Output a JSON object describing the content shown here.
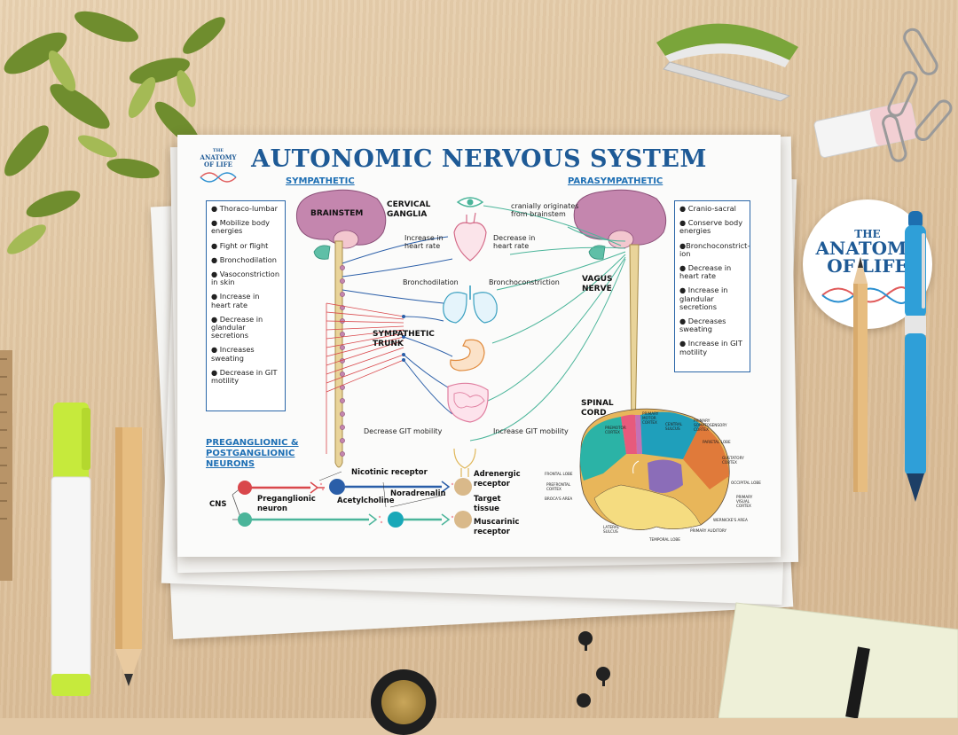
{
  "poster": {
    "title": "AUTONOMIC NERVOUS SYSTEM",
    "logo": [
      "THE",
      "ANATOMY",
      "OF LIFE"
    ],
    "sympathetic_heading": "SYMPATHETIC",
    "parasympathetic_heading": "PARASYMPATHETIC",
    "sympathetic_effects": [
      "● Thoraco-lumbar",
      "● Mobilize body energies",
      "● Fight or flight",
      "● Bronchodilation",
      "● Vasoconstriction in skin",
      "● Increase in heart rate",
      "● Decrease in glandular secretions",
      "● Increases sweating",
      "● Decrease in GIT motility"
    ],
    "parasympathetic_effects": [
      "● Cranio-sacral",
      "● Conserve body energies",
      "●Bronchoconstrict-ion",
      "● Decrease in heart rate",
      "● Increase in glandular secretions",
      "● Decreases sweating",
      "● Increase in GIT motility"
    ],
    "labels": {
      "brainstem": "BRAINSTEM",
      "cervical_ganglia": "CERVICAL\nGANGLIA",
      "cranially": "cranially originates\nfrom brainstem",
      "increase_hr": "Increase in\nheart rate",
      "decrease_hr": "Decrease in\nheart rate",
      "vagus": "VAGUS\nNERVE",
      "bronchodilation": "Bronchodilation",
      "bronchoconstriction": "Bronchoconstriction",
      "sympathetic_trunk": "SYMPATHETIC\nTRUNK",
      "spinal_cord": "SPINAL\nCORD",
      "decrease_git": "Decrease GIT mobility",
      "increase_git": "Increase GIT mobility"
    },
    "neurons": {
      "heading": "PREGANGLIONIC &\nPOSTGANGLIONIC\nNEURONS",
      "nicotinic": "Nicotinic receptor",
      "cns": "CNS",
      "preganglionic": "Preganglionic\nneuron",
      "acetylcholine": "Acetylcholine",
      "noradrenalin": "Noradrenalin",
      "adrenergic": "Adrenergic\nreceptor",
      "target": "Target\ntissue",
      "muscarinic": "Muscarinic\nreceptor"
    },
    "brain_areas": {
      "primary_motor": "PRIMARY\nMOTOR\nCORTEX",
      "central_sulcus": "CENTRAL\nSULCUS",
      "primary_somato": "PRIMARY\nSOMATOSENSORY\nCORTEX",
      "premotor": "PREMOTOR\nCORTEX",
      "parietal": "PARIETAL LOBE",
      "gustatory": "GUSTATORY\nCORTEX",
      "frontal": "FRONTAL LOBE",
      "prefrontal": "PREFRONTAL\nCORTEX",
      "broca": "BROCA'S AREA",
      "occipital": "OCCIPITAL LOBE",
      "visual": "PRIMARY\nVISUAL\nCORTEX",
      "wernicke": "WERNICKE'S AREA",
      "auditory": "PRIMARY AUDITORY",
      "lateral": "LATERAL\nSULCUS",
      "temporal": "TEMPORAL LOBE"
    }
  },
  "badge": [
    "THE",
    "ANATOMY",
    "OF LIFE"
  ],
  "colors": {
    "title_blue": "#1e5a96",
    "sympathetic_red": "#d9474b",
    "parasympathetic_teal": "#4bb59a",
    "nerve_blue": "#2a5ea8",
    "brain_pink": "#c486ae"
  }
}
